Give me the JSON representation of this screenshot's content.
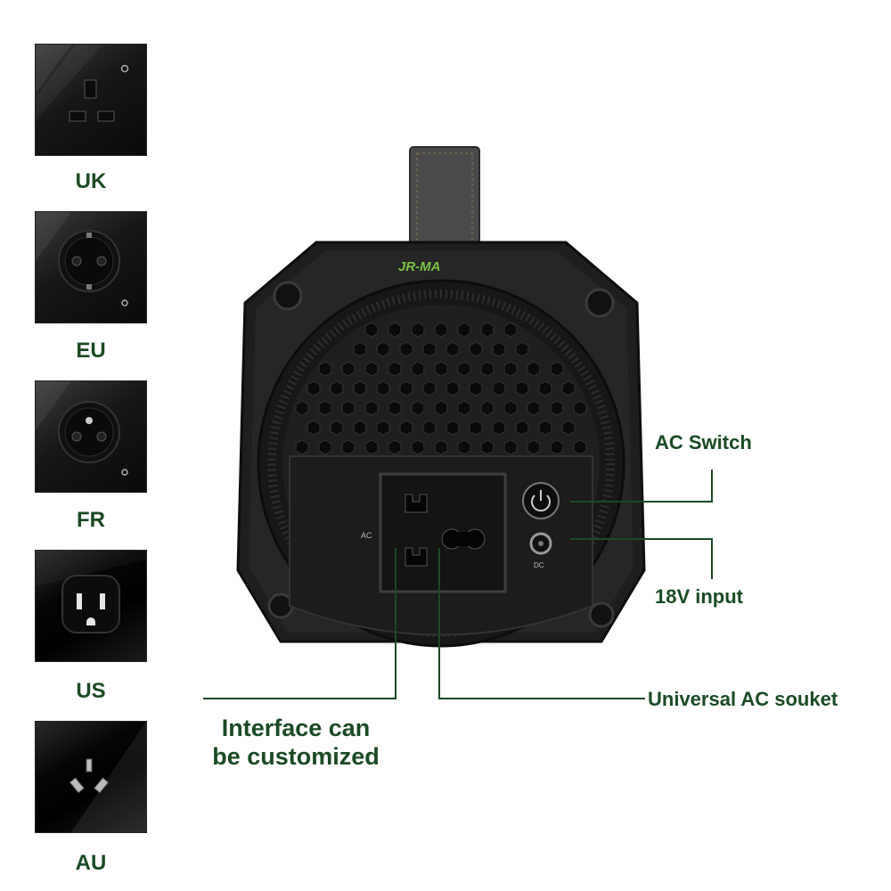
{
  "sockets": [
    {
      "label": "UK",
      "icon": "uk-socket-icon"
    },
    {
      "label": "EU",
      "icon": "eu-socket-icon"
    },
    {
      "label": "FR",
      "icon": "fr-socket-icon"
    },
    {
      "label": "US",
      "icon": "us-socket-icon"
    },
    {
      "label": "AU",
      "icon": "au-socket-icon"
    }
  ],
  "device": {
    "brand": "JR-MA",
    "ac_label": "AC",
    "dc_label": "DC"
  },
  "callouts": {
    "ac_switch": "AC Switch",
    "input_18v": "18V input",
    "universal_socket": "Universal AC souket",
    "customize_line1": "Interface can",
    "customize_line2": "be customized"
  },
  "colors": {
    "label_green": "#1b4a25",
    "brand_green": "#7ac143"
  }
}
